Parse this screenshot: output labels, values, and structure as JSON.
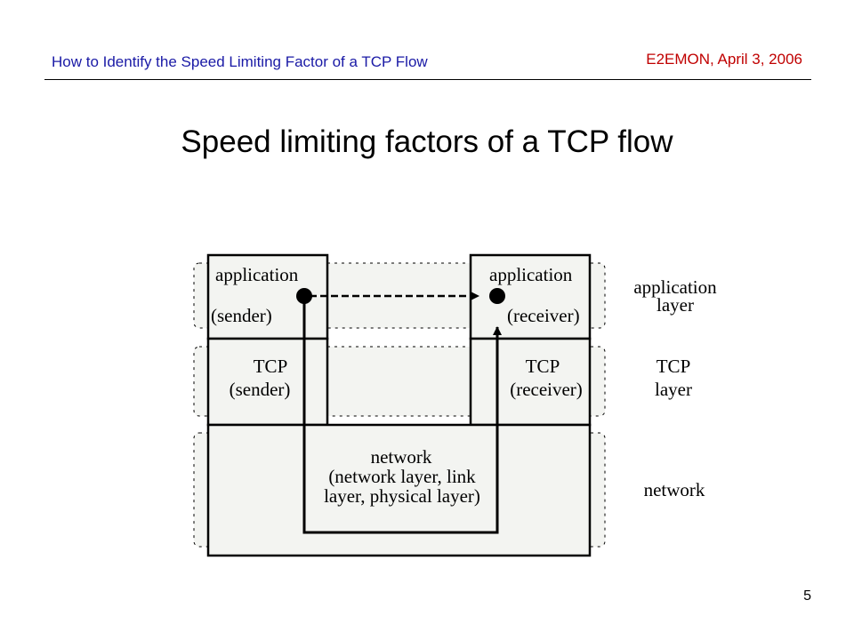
{
  "header": {
    "left_title": "How to Identify the Speed Limiting Factor of a TCP Flow",
    "right_title": "E2EMON, April 3, 2006"
  },
  "slide": {
    "title": "Speed limiting factors of a TCP flow",
    "number": "5"
  },
  "diagram": {
    "sender_app": {
      "line1": "application",
      "line2": "(sender)"
    },
    "receiver_app": {
      "line1": "application",
      "line2": "(receiver)"
    },
    "sender_tcp": {
      "line1": "TCP",
      "line2": "(sender)"
    },
    "receiver_tcp": {
      "line1": "TCP",
      "line2": "(receiver)"
    },
    "network_box": {
      "line1": "network",
      "line2": "(network layer, link",
      "line3": "layer, physical layer)"
    },
    "layer_labels": {
      "application": {
        "line1": "application",
        "line2": "layer"
      },
      "tcp": {
        "line1": "TCP",
        "line2": "layer"
      },
      "network": "network"
    }
  },
  "colors": {
    "header_left": "#1a1aa6",
    "header_right": "#c00000",
    "box_fill": "#f3f4f1"
  }
}
